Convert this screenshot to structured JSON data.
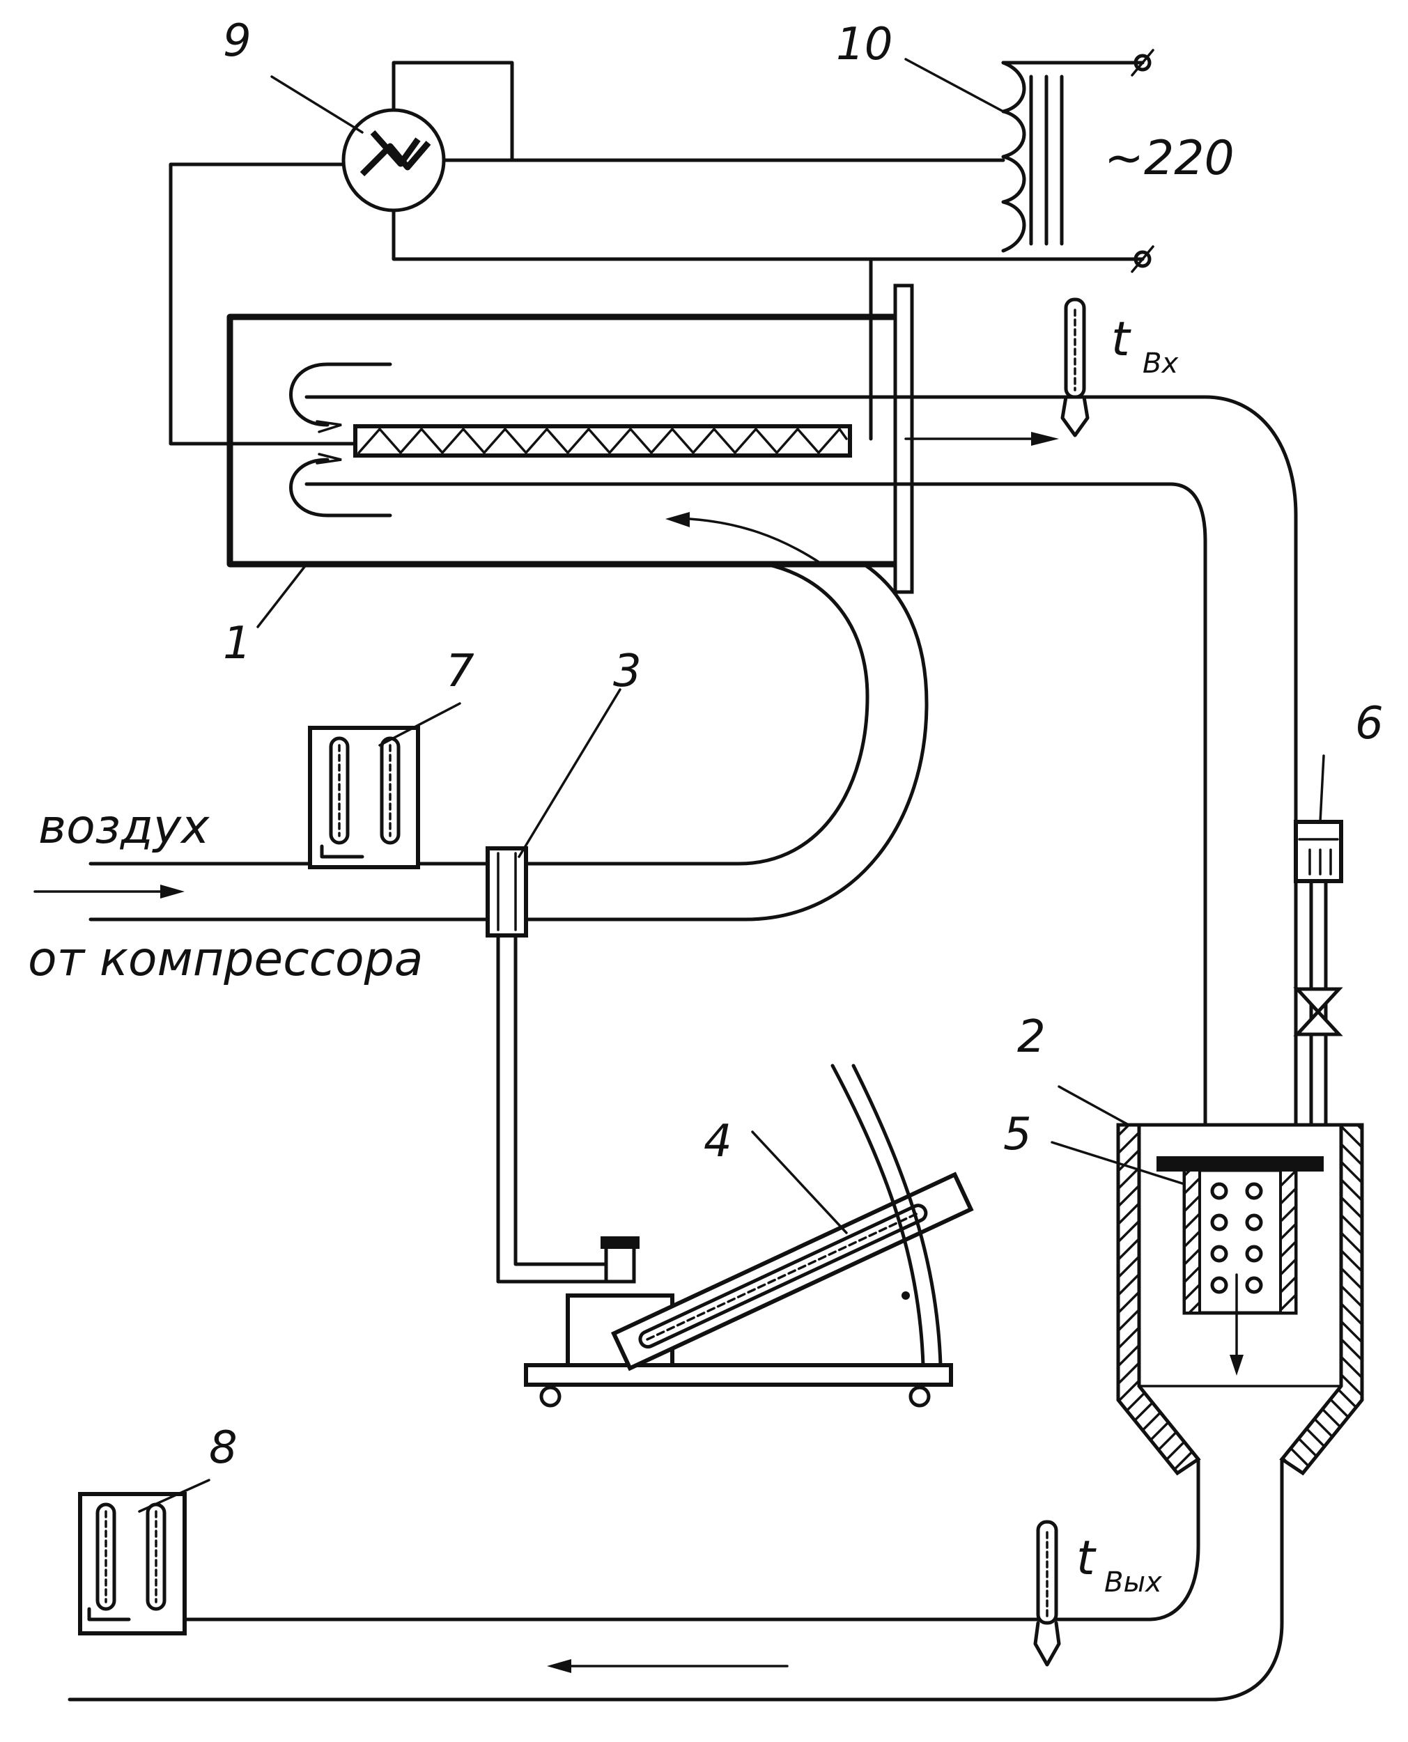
{
  "labels": {
    "part1": "1",
    "part2": "2",
    "part3": "3",
    "part4": "4",
    "part5": "5",
    "part6": "6",
    "part7": "7",
    "part8": "8",
    "part9": "9",
    "part10": "10"
  },
  "voltage": "~220",
  "t_in": {
    "symbol": "t",
    "sub": "Вх"
  },
  "t_out": {
    "symbol": "t",
    "sub": "Вых"
  },
  "air_inlet": {
    "line1": "воздух",
    "line2": "от компрессора"
  }
}
